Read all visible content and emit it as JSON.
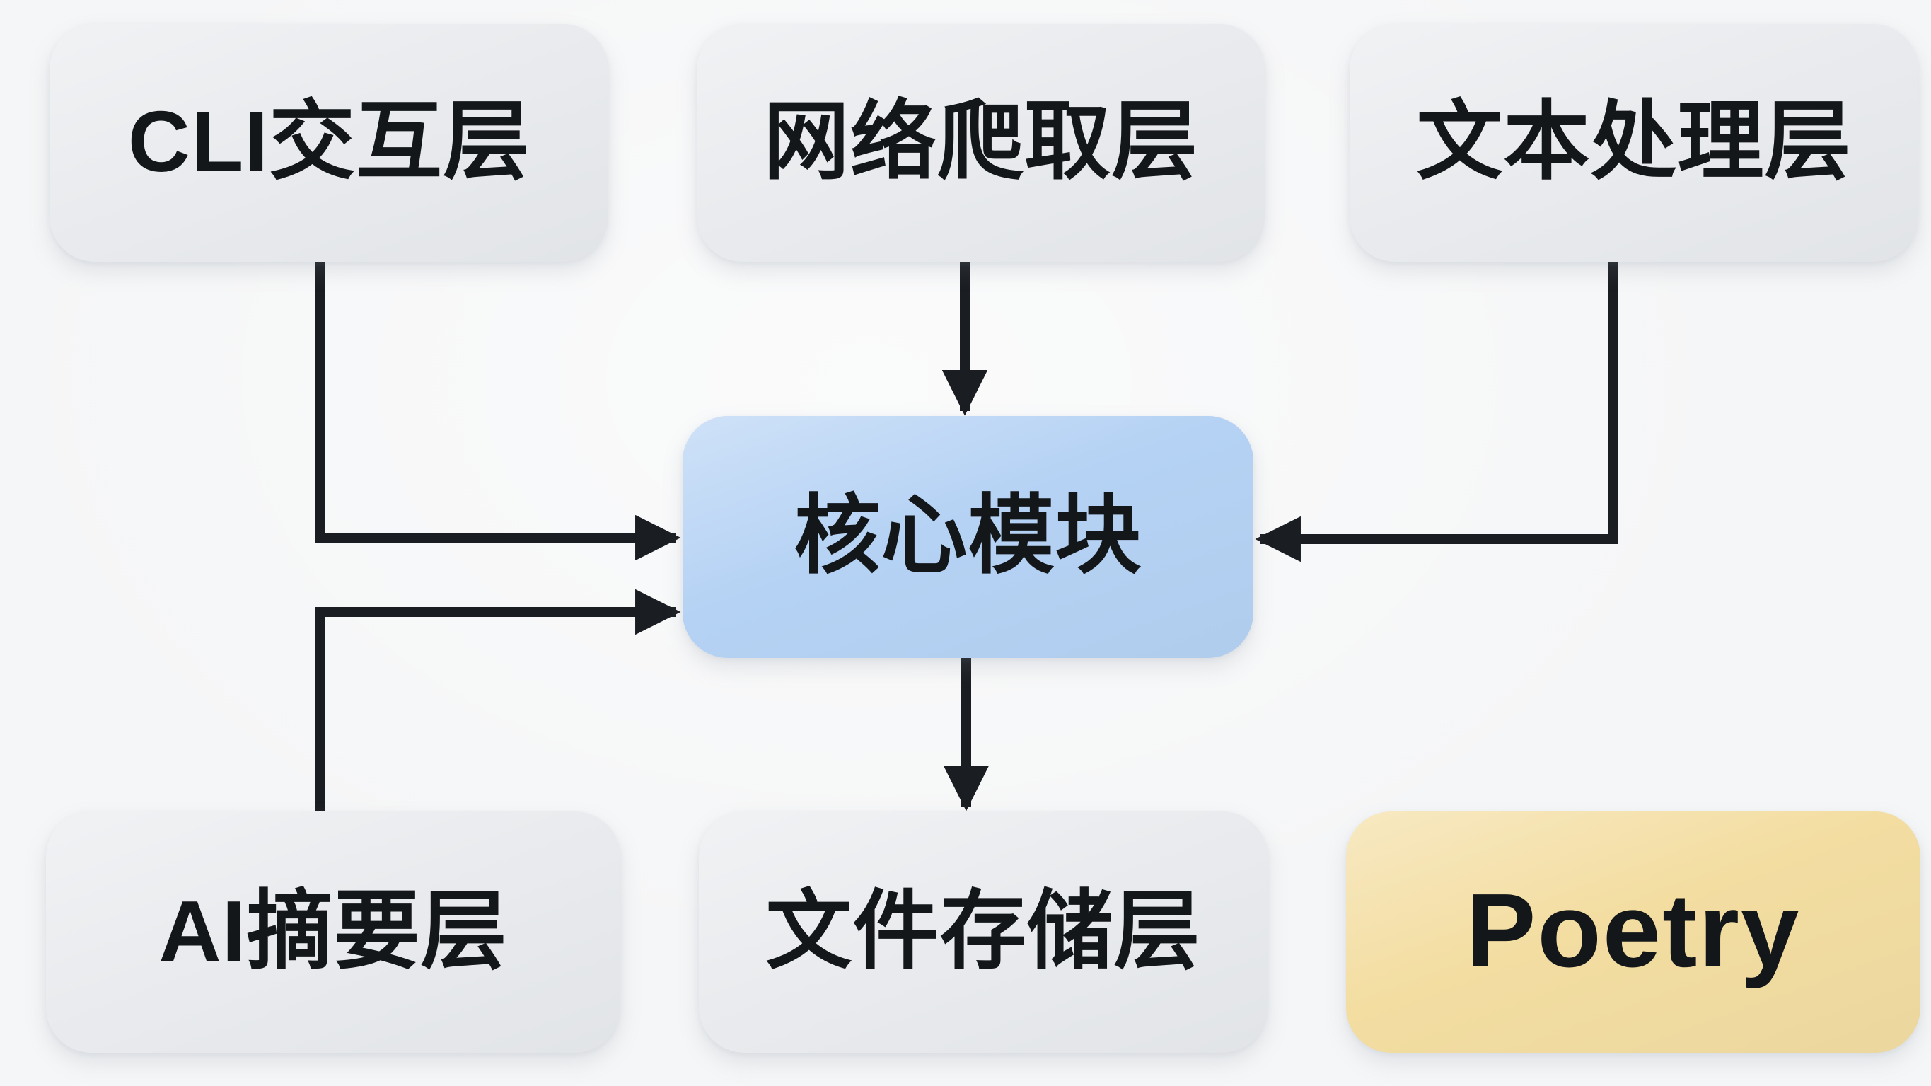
{
  "diagram": {
    "nodes": {
      "cli": {
        "label": "CLI交互层",
        "kind": "layer"
      },
      "web": {
        "label": "网络爬取层",
        "kind": "layer"
      },
      "text": {
        "label": "文本处理层",
        "kind": "layer"
      },
      "core": {
        "label": "核心模块",
        "kind": "core"
      },
      "ai": {
        "label": "AI摘要层",
        "kind": "layer"
      },
      "file": {
        "label": "文件存储层",
        "kind": "layer"
      },
      "poetry": {
        "label": "Poetry",
        "kind": "tool"
      }
    },
    "edges": [
      {
        "from": "CLI交互层",
        "to": "核心模块",
        "side_into_target": "left"
      },
      {
        "from": "网络爬取层",
        "to": "核心模块",
        "side_into_target": "top"
      },
      {
        "from": "文本处理层",
        "to": "核心模块",
        "side_into_target": "right"
      },
      {
        "from": "AI摘要层",
        "to": "核心模块",
        "side_into_target": "left"
      },
      {
        "from": "核心模块",
        "to": "文件存储层",
        "side_into_target": "top"
      }
    ],
    "colors": {
      "background": "#f5f6f7",
      "layer_box": "#e9ebee",
      "core_box": "#b5d2f4",
      "poetry_box": "#f3dda1",
      "line": "#1a1d21",
      "text": "#14171a"
    }
  }
}
